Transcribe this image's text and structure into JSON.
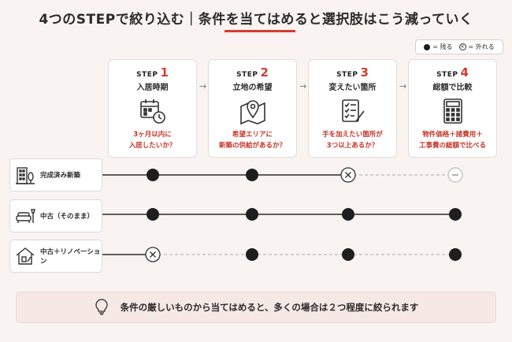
{
  "title": "4つのSTEPで絞り込む｜条件を当てはめると選択肢はこう減っていく",
  "legend": {
    "remain": "= 残る",
    "excluded": "= 外れる"
  },
  "steps": [
    {
      "prefix": "STEP",
      "num": "1",
      "name": "入居時期",
      "desc1": "3ヶ月以内に",
      "desc2": "入居したいか？",
      "icon": "calendar-clock-icon"
    },
    {
      "prefix": "STEP",
      "num": "2",
      "name": "立地の希望",
      "desc1": "希望エリアに",
      "desc2": "新築の供給があるか？",
      "icon": "map-pin-icon"
    },
    {
      "prefix": "STEP",
      "num": "3",
      "name": "変えたい箇所",
      "desc1": "手を加えたい箇所が",
      "desc2": "3つ以上あるか？",
      "icon": "checklist-pen-icon"
    },
    {
      "prefix": "STEP",
      "num": "4",
      "name": "総額で比較",
      "desc1": "物件価格＋諸費用＋",
      "desc2": "工事費の総額で比べる",
      "icon": "calculator-icon"
    }
  ],
  "options": [
    {
      "label": "完成済み新築",
      "icon": "building-tree-icon",
      "status": [
        "remain",
        "remain",
        "excluded",
        "faded"
      ]
    },
    {
      "label": "中古（そのまま）",
      "icon": "sofa-lamp-icon",
      "status": [
        "remain",
        "remain",
        "remain",
        "remain"
      ]
    },
    {
      "label": "中古＋リノベーション",
      "icon": "house-renovation-icon",
      "status": [
        "excluded",
        "remain",
        "remain",
        "remain"
      ]
    }
  ],
  "tip": "条件の厳しいものから当てはめると、多くの場合は２つ程度に絞られます",
  "colors": {
    "accent": "#d43c2f",
    "dot": "#1e1e1e"
  }
}
